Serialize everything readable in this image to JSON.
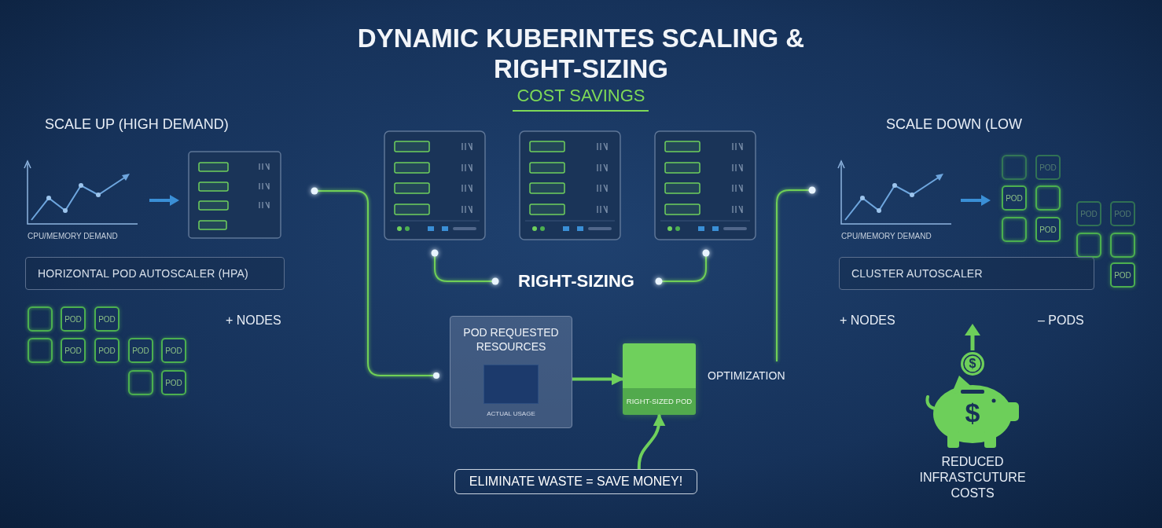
{
  "diagram": {
    "title": "DYNAMIC KUBERINTES SCALING & RIGHT-SIZING",
    "nodes": [
      {
        "text": [
          "HORIZONTAL POD AUTOSCALER (HPA)"
        ]
      },
      {
        "text": [
          "POD"
        ]
      },
      {
        "text": [
          "POD"
        ]
      },
      {
        "text": [
          "POD"
        ]
      },
      {
        "text": [
          "POD"
        ]
      },
      {
        "text": [
          "POD"
        ]
      },
      {
        "text": [
          "POD"
        ]
      },
      {
        "text": [
          "POD"
        ]
      },
      {
        "text": [
          "POD REQUESTED RESOURCES",
          "ACTUAL USAGE"
        ]
      },
      {
        "text": [
          "RIGHT-SIZED POD"
        ]
      },
      {
        "text": [
          "ELIMINATE WASTE = SAVE MONEY!"
        ]
      },
      {
        "text": [
          "CLUSTER AUTOSCALER"
        ]
      },
      {
        "text": [
          "POD"
        ]
      },
      {
        "text": [
          "POD"
        ]
      },
      {
        "text": [
          "POD"
        ]
      },
      {
        "text": [
          "POD"
        ]
      },
      {
        "text": [
          "POD"
        ]
      },
      {
        "text": [
          "POD"
        ]
      }
    ],
    "edges": [
      {
        "from": 8,
        "to": 9,
        "arrow": "to"
      },
      {
        "from": 10,
        "to": 9,
        "arrow": "to"
      }
    ],
    "labels": [
      "COST SAVINGS",
      "SCALE UP (HIGH DEMAND)",
      "CPU/MEMORY DEMAND",
      "+ NODES",
      "RIGHT-SIZING",
      "OPTIMIZATION",
      "SCALE DOWN (LOW",
      "CPU/MEMORY DEMAND",
      "+ NODES",
      "– PODS",
      "$",
      "$",
      "REDUCED INFRASTCUTURE COSTS"
    ]
  }
}
